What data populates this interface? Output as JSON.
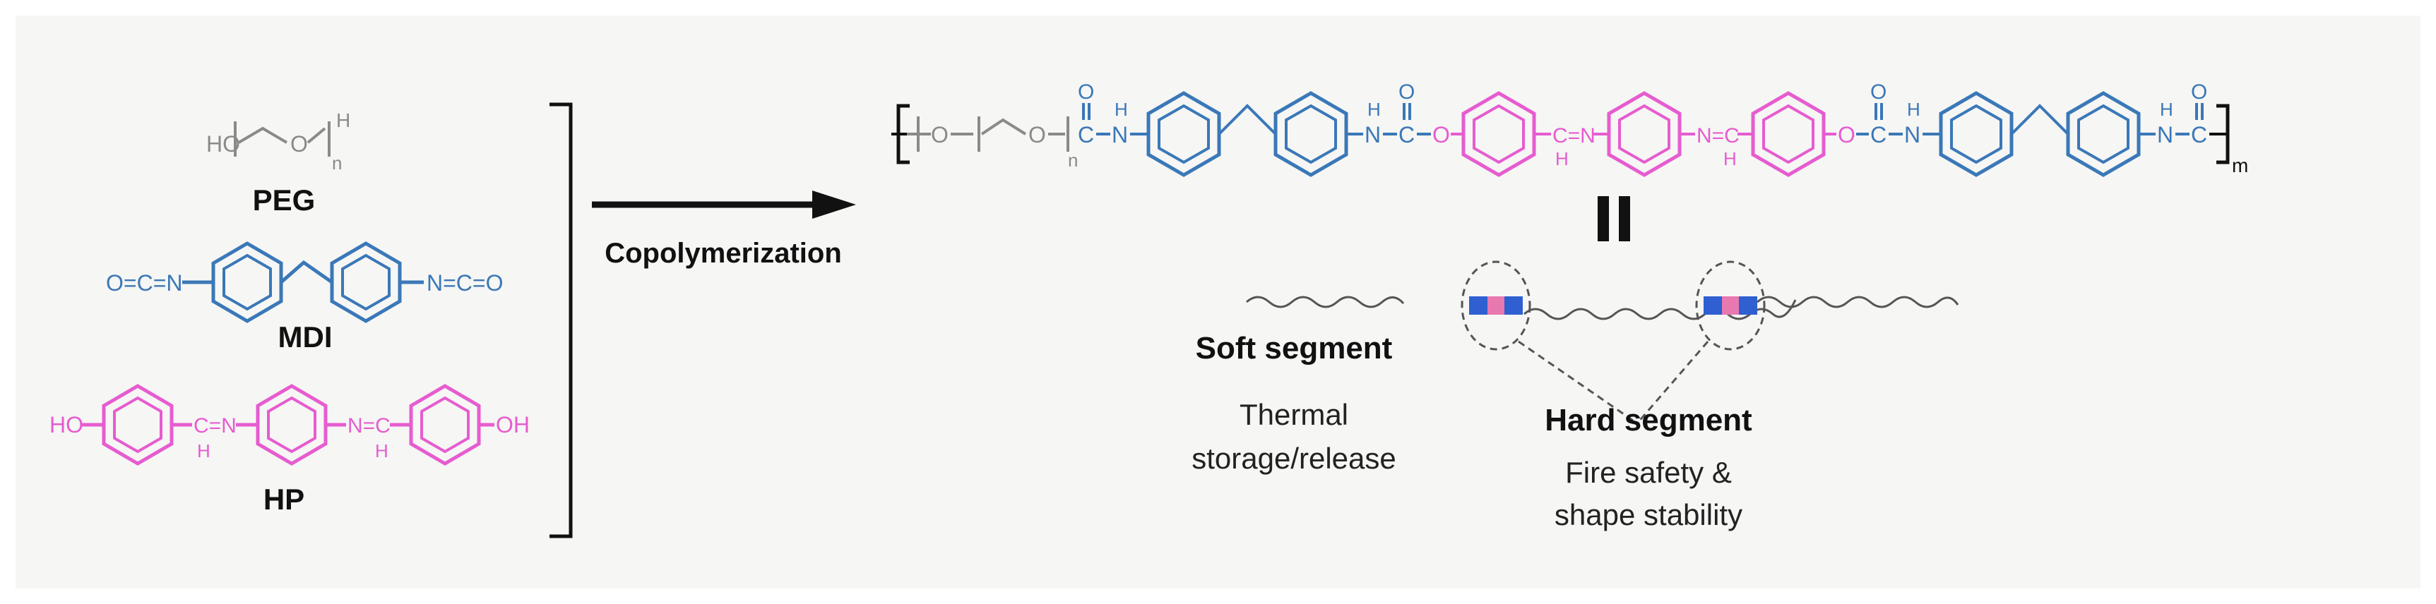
{
  "monomers": {
    "peg": {
      "label": "PEG",
      "ho": "HO",
      "o": "O",
      "h": "H",
      "n": "n"
    },
    "mdi": {
      "label": "MDI",
      "left_group": "O=C=N",
      "right_group": "N=C=O"
    },
    "hp": {
      "label": "HP",
      "oh_left": "HO",
      "oh_right": "OH",
      "imine_left": "C=N",
      "imine_right": "N=C",
      "h": "H"
    }
  },
  "reaction": {
    "arrow_label": "Copolymerization"
  },
  "polymer": {
    "o": "O",
    "c": "C",
    "h": "H",
    "n_atom": "N",
    "nh": "N",
    "imine_left": "C=N",
    "imine_right": "N=C",
    "repeat_peg": "n",
    "repeat_chain": "m"
  },
  "segments": {
    "equals_symbol": "=",
    "soft": {
      "title": "Soft segment",
      "line1": "Thermal",
      "line2": "storage/release"
    },
    "hard": {
      "title": "Hard segment",
      "line1": "Fire safety &",
      "line2": "shape stability"
    }
  },
  "colors": {
    "peg": "#8a8a8a",
    "mdi": "#3a78b8",
    "hp": "#e65cd0",
    "hard_blue": "#2f5fd0",
    "hard_pink": "#e878b0",
    "text": "#111111"
  }
}
